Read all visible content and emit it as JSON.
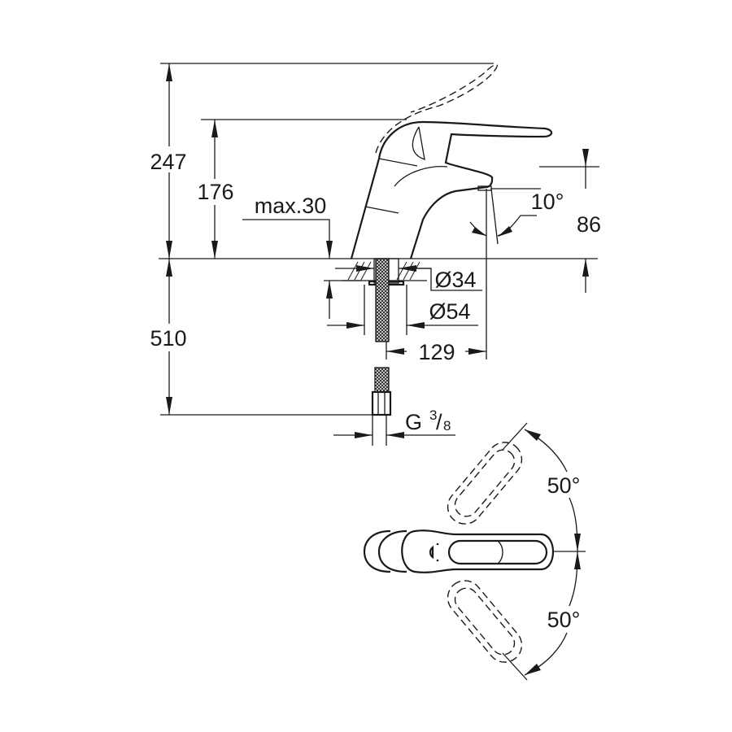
{
  "dimensions": {
    "total_height": "247",
    "spout_height": "176",
    "max_deck": "max.30",
    "spout_angle": "10°",
    "spout_clearance": "86",
    "hole_diameter": "Ø34",
    "base_diameter": "Ø54",
    "spout_reach": "129",
    "hose_length": "510",
    "connection_g": "G",
    "connection_num": "3",
    "connection_den": "8",
    "lever_angle_up": "50°",
    "lever_angle_down": "50°"
  }
}
